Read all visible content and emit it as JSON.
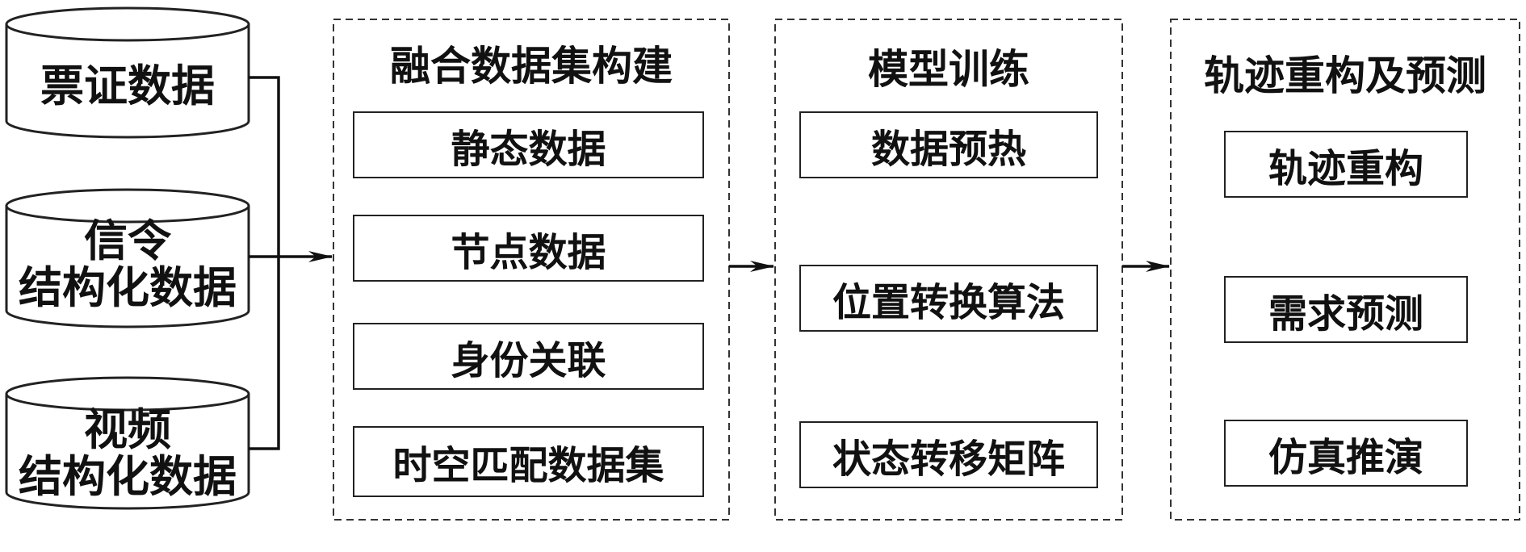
{
  "sources": [
    {
      "lines": [
        "票证数据"
      ]
    },
    {
      "lines": [
        "信令",
        "结构化数据"
      ]
    },
    {
      "lines": [
        "视频",
        "结构化数据"
      ]
    }
  ],
  "groups": [
    {
      "title": "融合数据集构建",
      "items": [
        "静态数据",
        "节点数据",
        "身份关联",
        "时空匹配数据集"
      ]
    },
    {
      "title": "模型训练",
      "items": [
        "数据预热",
        "位置转换算法",
        "状态转移矩阵"
      ]
    },
    {
      "title": "轨迹重构及预测",
      "items": [
        "轨迹重构",
        "需求预测",
        "仿真推演"
      ]
    }
  ]
}
